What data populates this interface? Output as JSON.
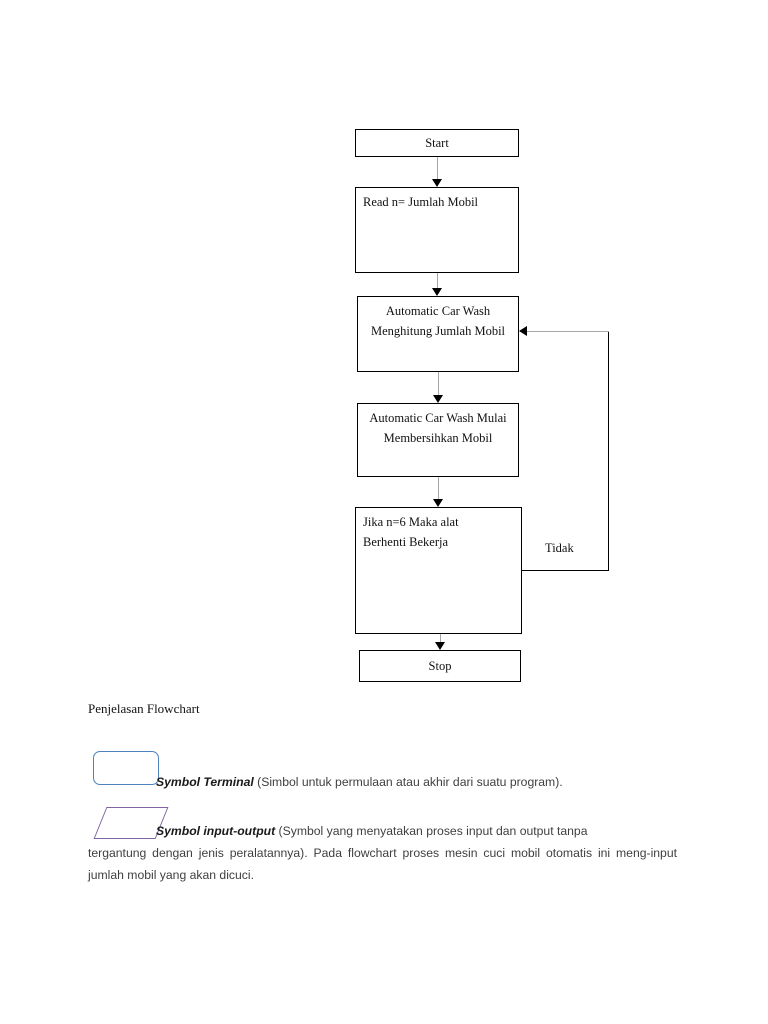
{
  "flowchart": {
    "nodes": [
      {
        "id": "start",
        "label": "Start"
      },
      {
        "id": "read",
        "label": "Read n= Jumlah Mobil"
      },
      {
        "id": "count",
        "label": "Automatic Car Wash Menghitung Jumlah Mobil"
      },
      {
        "id": "clean",
        "label": "Automatic Car Wash Mulai Membersihkan Mobil"
      },
      {
        "id": "decision",
        "label": "Jika n=6 Maka alat Berhenti Bekerja"
      },
      {
        "id": "stop",
        "label": "Stop"
      }
    ],
    "edge_labels": {
      "loop_back": "Tidak"
    },
    "colors": {
      "node_border": "#000000",
      "connector": "#a6a6a6",
      "loop_line": "#000000",
      "arrowhead": "#000000"
    }
  },
  "explanation": {
    "title": "Penjelasan Flowchart",
    "items": [
      {
        "symbol": "terminal-rounded-rectangle",
        "name": "Symbol Terminal",
        "description": "(Simbol untuk permulaan atau akhir dari suatu program).",
        "color": "#4f81bd"
      },
      {
        "symbol": "input-output-parallelogram",
        "name": "Symbol input-output",
        "description": "(Symbol yang menyatakan proses input dan output tanpa tergantung dengan jenis peralatannya). Pada flowchart proses mesin cuci mobil otomatis ini meng-input jumlah mobil yang akan dicuci.",
        "description_line1": "(Symbol yang menyatakan proses input dan output tanpa",
        "description_rest": "tergantung dengan jenis peralatannya). Pada flowchart proses mesin cuci mobil otomatis ini meng-input jumlah mobil yang akan dicuci.",
        "color": "#8064a2"
      }
    ]
  }
}
